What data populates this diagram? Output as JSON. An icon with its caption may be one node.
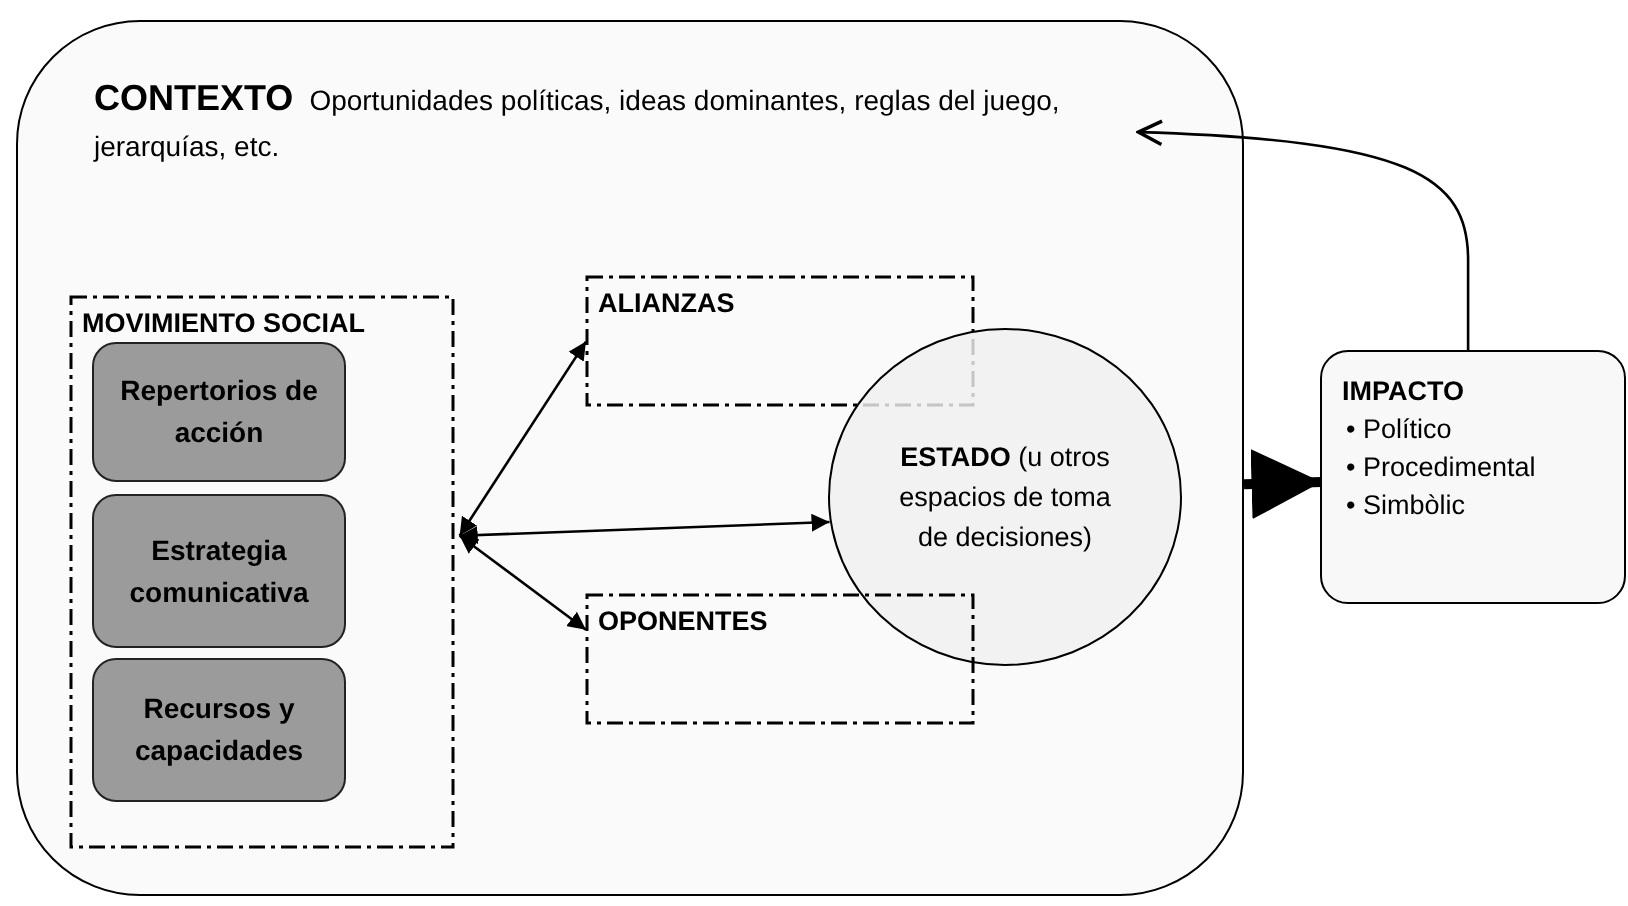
{
  "diagram": {
    "nodes": [
      {
        "text": [
          "CONTEXTO",
          "Oportunidades políticas, ideas dominantes, reglas del juego, jerarquías, etc."
        ]
      },
      {
        "text": [
          "MOVIMIENTO SOCIAL"
        ],
        "in": 0
      },
      {
        "text": [
          "Repertorios de acción"
        ],
        "in": 1
      },
      {
        "text": [
          "Estrategia comunicativa"
        ],
        "in": 1
      },
      {
        "text": [
          "Recursos y capacidades"
        ],
        "in": 1
      },
      {
        "text": [
          "ALIANZAS"
        ],
        "in": 0
      },
      {
        "text": [
          "**ESTADO** (u otros espacios de toma de decisiones)"
        ],
        "in": 0
      },
      {
        "text": [
          "OPONENTES"
        ],
        "in": 0
      },
      {
        "text": [
          "IMPACTO",
          "• Político",
          "• Procedimental",
          "• Simbòlic"
        ]
      }
    ],
    "edges": [
      {
        "from": 1,
        "to": 5,
        "arrow": "both"
      },
      {
        "from": 1,
        "to": 6,
        "arrow": "both"
      },
      {
        "from": 1,
        "to": 7,
        "arrow": "both"
      },
      {
        "from": 0,
        "to": 8,
        "arrow": "to",
        "style": "thick"
      },
      {
        "from": 8,
        "to": 0,
        "arrow": "to"
      }
    ]
  }
}
